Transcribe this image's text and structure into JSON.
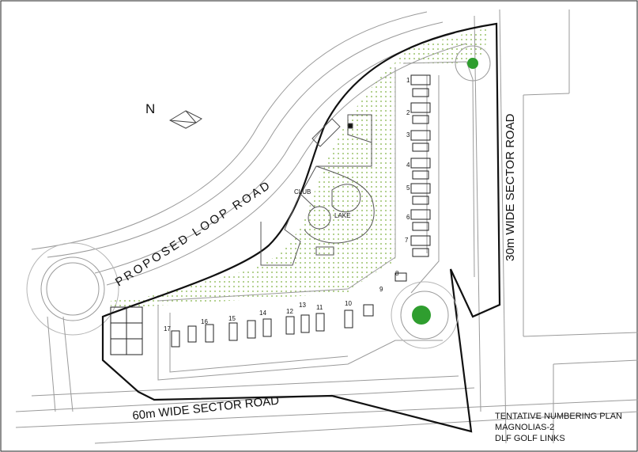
{
  "map": {
    "north_label": "N",
    "roads": {
      "loop_road": "PROPOSED LOOP ROAD",
      "road_30m": "30m WIDE SECTOR ROAD",
      "road_60m": "60m WIDE SECTOR ROAD"
    },
    "features": {
      "club": "CLUB",
      "lake": "LAKE"
    },
    "plots": [
      "1",
      "2",
      "3",
      "4",
      "5",
      "6",
      "7",
      "8",
      "9",
      "10",
      "11",
      "12",
      "13",
      "14",
      "15",
      "16",
      "17"
    ],
    "title_block": {
      "line1": "TENTATIVE NUMBERING PLAN",
      "line2": "MAGNOLIAS-2",
      "line3": "DLF GOLF LINKS"
    },
    "colors": {
      "site_boundary": "#111111",
      "green_dots": "#7db040",
      "roundabout_green": "#2f9e2f",
      "road_line": "#9a9a9a"
    }
  }
}
